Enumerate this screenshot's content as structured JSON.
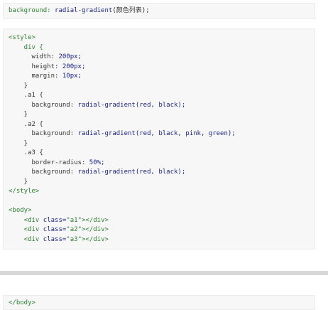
{
  "top_block": {
    "line1_prop": "background: ",
    "line1_val": "radial-gradient",
    "line1_rest": "(颜色列表);"
  },
  "main_block": {
    "l01": "<style>",
    "l02": "    div {",
    "l03_prop": "      width: ",
    "l03_val": "200px;",
    "l04_prop": "      height: ",
    "l04_val": "200px;",
    "l05_prop": "      margin: ",
    "l05_val": "10px;",
    "l06": "    }",
    "l07": "    .a1 {",
    "l08_prop": "      background: ",
    "l08_val": "radial-gradient(red, black);",
    "l09": "    }",
    "l10": "    .a2 {",
    "l11_prop": "      background: ",
    "l11_val": "radial-gradient(red, black, pink, green);",
    "l12": "    }",
    "l13": "    .a3 {",
    "l14_prop": "      border-radius: ",
    "l14_val": "50%;",
    "l15_prop": "      background: ",
    "l15_val": "radial-gradient(red, black);",
    "l16": "    }",
    "l17": "</style>",
    "l18": "",
    "l19": "<body>",
    "l20_open": "    <div ",
    "l20_attr": "class=",
    "l20_str": "\"a1\"",
    "l20_close": "></div>",
    "l21_open": "    <div ",
    "l21_attr": "class=",
    "l21_str": "\"a2\"",
    "l21_close": "></div>",
    "l22_open": "    <div ",
    "l22_attr": "class=",
    "l22_str": "\"a3\"",
    "l22_close": "></div>"
  },
  "bottom_block": {
    "l01": "</body>"
  }
}
